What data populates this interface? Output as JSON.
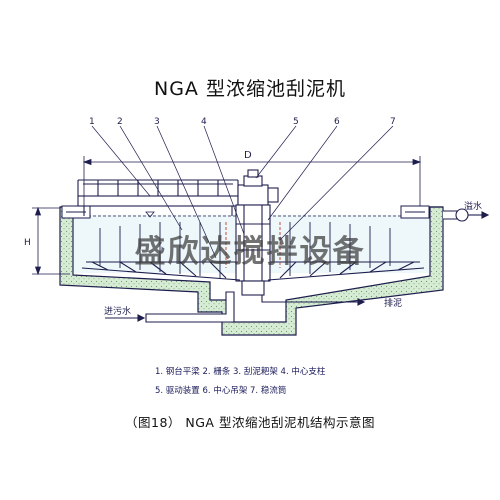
{
  "title": "NGA 型浓缩池刮泥机",
  "dimension_labels": {
    "diameter": "D",
    "height": "H"
  },
  "callout_numbers": [
    "1",
    "2",
    "3",
    "4",
    "5",
    "6",
    "7"
  ],
  "flow_labels": {
    "overflow": "溢水",
    "inlet": "进污水",
    "sludge_out": "排泥"
  },
  "legend": {
    "row1": "1. 钢台平梁  2. 栅条  3. 刮泥耙架  4. 中心支柱",
    "row2": "5. 驱动装置  6. 中心吊架  7. 稳流筒"
  },
  "caption": "（图18） NGA 型浓缩池刮泥机结构示意图",
  "watermark": "盛欣达搅拌设备",
  "colors": {
    "line": "#1e1e4e",
    "concrete": "#d7ecd4",
    "water": "#cfe7ee",
    "red_dash": "#c0392b"
  }
}
